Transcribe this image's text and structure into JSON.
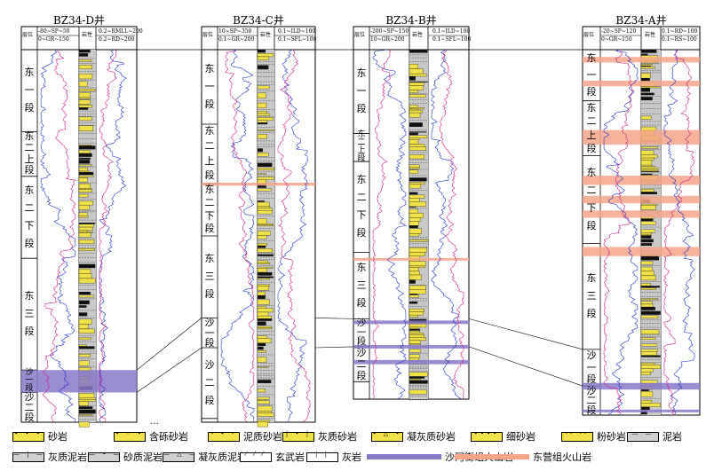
{
  "wells": [
    {
      "id": "D",
      "title": "BZ34-D井",
      "col_layer": "层位",
      "col_litho": "岩性",
      "curve_left_1": "-80~SP~50",
      "curve_left_2": "0~GR~150",
      "curve_right_1": "0.2~RMLL~200",
      "curve_right_2": "0.2~RD~200",
      "layers": [
        {
          "label": "东一段",
          "top": 0.0,
          "bottom": 0.22
        },
        {
          "label": "东二上段",
          "top": 0.22,
          "bottom": 0.34
        },
        {
          "label": "东二下段",
          "top": 0.34,
          "bottom": 0.56
        },
        {
          "label": "东三段",
          "top": 0.56,
          "bottom": 0.86
        },
        {
          "label": "沙一段",
          "top": 0.86,
          "bottom": 0.92
        },
        {
          "label": "沙二段",
          "top": 0.92,
          "bottom": 1.0
        }
      ],
      "volcanic_sha": [
        [
          0.86,
          0.92
        ]
      ],
      "volcanic_dong": []
    },
    {
      "id": "C",
      "title": "BZ34-C井",
      "col_layer": "层位",
      "col_litho": "岩性",
      "curve_left_1": "10~SP~350",
      "curve_left_2": "0.1~GR~200",
      "curve_right_1": "0.1~ILD~100",
      "curve_right_2": "0.1~SFL~100",
      "layers": [
        {
          "label": "东一段",
          "top": 0.0,
          "bottom": 0.2
        },
        {
          "label": "东二上段",
          "top": 0.2,
          "bottom": 0.36
        },
        {
          "label": "东二下段",
          "top": 0.36,
          "bottom": 0.5
        },
        {
          "label": "东三段",
          "top": 0.5,
          "bottom": 0.72
        },
        {
          "label": "沙一段",
          "top": 0.72,
          "bottom": 0.8
        },
        {
          "label": "沙二段",
          "top": 0.8,
          "bottom": 0.99
        }
      ],
      "volcanic_sha": [],
      "volcanic_dong": [
        [
          0.357,
          0.365
        ]
      ]
    },
    {
      "id": "B",
      "title": "BZ34-B井",
      "col_layer": "层位",
      "col_litho": "岩性",
      "curve_left_1": "-200~SP~150",
      "curve_left_2": "10~GR~200",
      "curve_right_1": "0.1~ILD~100",
      "curve_right_2": "0.1~SFL~100",
      "layers": [
        {
          "label": "东一段",
          "top": 0.0,
          "bottom": 0.24
        },
        {
          "label": "东二上段",
          "top": 0.24,
          "bottom": 0.32
        },
        {
          "label": "东二下段",
          "top": 0.32,
          "bottom": 0.58
        },
        {
          "label": "东三段",
          "top": 0.58,
          "bottom": 0.77
        },
        {
          "label": "沙一段",
          "top": 0.77,
          "bottom": 0.85
        },
        {
          "label": "沙二段",
          "top": 0.85,
          "bottom": 0.95
        },
        {
          "label": "",
          "top": 0.95,
          "bottom": 1.0
        }
      ],
      "volcanic_sha": [
        [
          0.775,
          0.785
        ],
        [
          0.845,
          0.855
        ],
        [
          0.888,
          0.9
        ]
      ],
      "volcanic_dong": [
        [
          0.596,
          0.603
        ]
      ]
    },
    {
      "id": "A",
      "title": "BZ34-A井",
      "col_layer": "层位",
      "col_litho": "岩性",
      "curve_left_1": "-20~SP~120",
      "curve_left_2": "0~GR~150",
      "curve_right_1": "0.1~RD~100",
      "curve_right_2": "0.1~RS~100",
      "layers": [
        {
          "label": "东一段",
          "top": 0.0,
          "bottom": 0.14
        },
        {
          "label": "东二上段",
          "top": 0.14,
          "bottom": 0.29
        },
        {
          "label": "东二下段",
          "top": 0.29,
          "bottom": 0.53
        },
        {
          "label": "东三段",
          "top": 0.53,
          "bottom": 0.82
        },
        {
          "label": "沙一段",
          "top": 0.82,
          "bottom": 0.92
        },
        {
          "label": "沙二段",
          "top": 0.92,
          "bottom": 1.0
        }
      ],
      "volcanic_sha": [
        [
          0.912,
          0.93
        ],
        [
          0.985,
          0.992
        ]
      ],
      "volcanic_dong": [
        [
          0.02,
          0.035
        ],
        [
          0.085,
          0.1
        ],
        [
          0.22,
          0.26
        ],
        [
          0.345,
          0.37
        ],
        [
          0.4,
          0.42
        ],
        [
          0.44,
          0.46
        ],
        [
          0.54,
          0.565
        ]
      ]
    }
  ],
  "legend": [
    {
      "label": "砂岩",
      "pattern": "sand"
    },
    {
      "label": "含砾砂岩",
      "pattern": "gravel"
    },
    {
      "label": "泥质砂岩",
      "pattern": "muddysand"
    },
    {
      "label": "灰质砂岩",
      "pattern": "limysand"
    },
    {
      "label": "凝灰质砂岩",
      "pattern": "tuffsand"
    },
    {
      "label": "细砂岩",
      "pattern": "finesand"
    },
    {
      "label": "粉砂岩",
      "pattern": "silt"
    },
    {
      "label": "泥岩",
      "pattern": "mud"
    },
    {
      "label": "灰质泥岩",
      "pattern": "limymud"
    },
    {
      "label": "砂质泥岩",
      "pattern": "sandymud"
    },
    {
      "label": "凝灰质泥岩",
      "pattern": "tuffmud"
    },
    {
      "label": "玄武岩",
      "pattern": "basalt"
    },
    {
      "label": "灰岩",
      "pattern": "lime"
    },
    {
      "label": "沙河街组火山岩",
      "pattern": "line-purple"
    },
    {
      "label": "东营组火山岩",
      "pattern": "line-orange"
    }
  ],
  "colors": {
    "sha_volcanic": "#8878c8",
    "dong_volcanic": "#f4a488",
    "litho_yellow": "#f2e24a",
    "curve_blue": "#2233cc",
    "curve_magenta": "#d0208a"
  },
  "ellipsis": "…"
}
